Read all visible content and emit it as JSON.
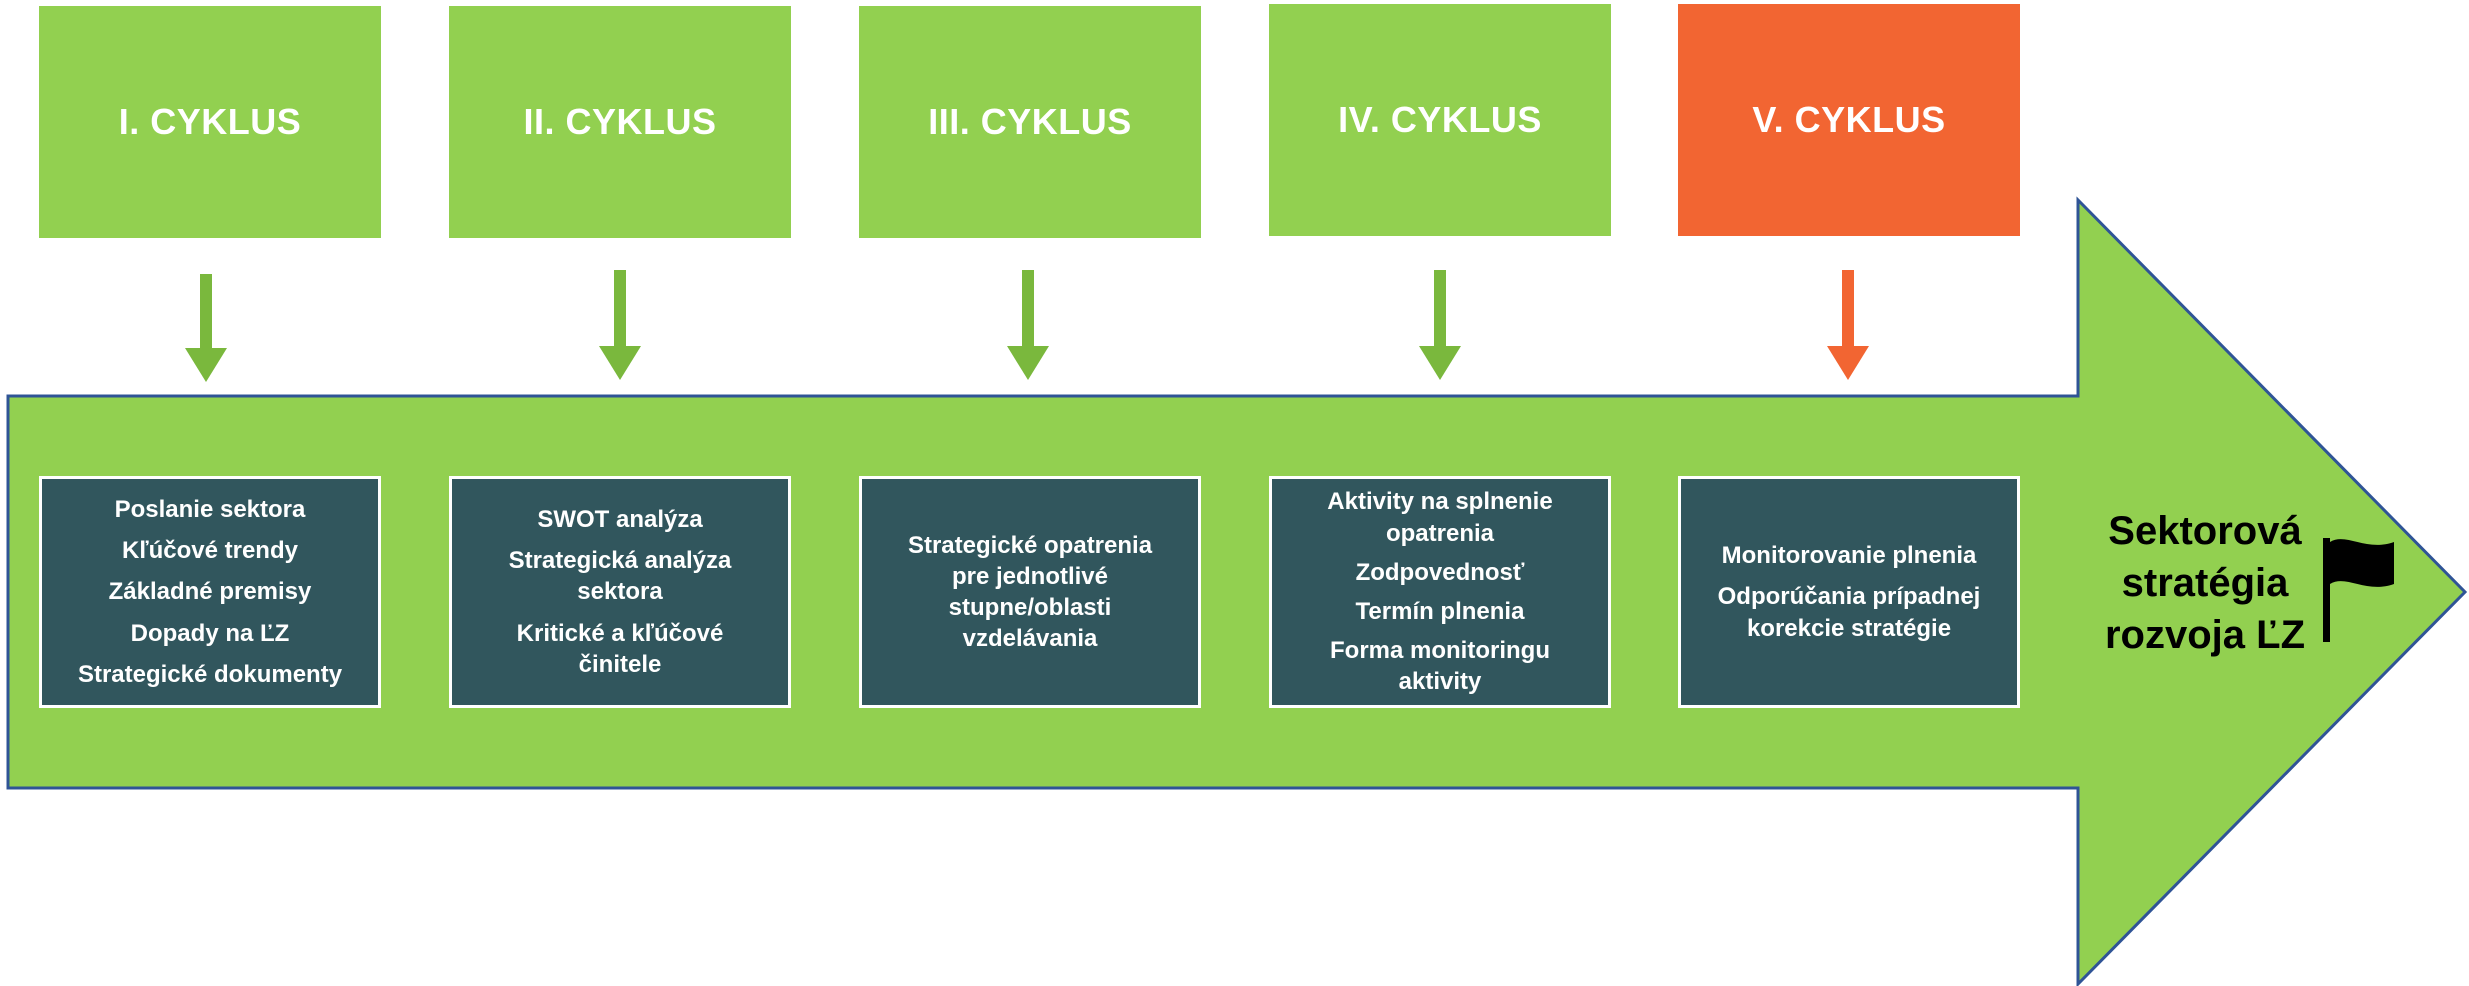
{
  "colors": {
    "green": "#92d050",
    "arrow_green": "#7ab83d",
    "orange": "#f26532",
    "box_dark": "#31565d",
    "outline_blue": "#2f5496"
  },
  "cycles": [
    {
      "label": "I. CYKLUS",
      "color": "#92d050",
      "items": [
        "Poslanie sektora",
        "Kľúčové trendy",
        "Základné premisy",
        "Dopady na ĽZ",
        "Strategické dokumenty"
      ]
    },
    {
      "label": "II. CYKLUS",
      "color": "#92d050",
      "items": [
        "SWOT analýza",
        "Strategická analýza sektora",
        "Kritické a kľúčové činitele"
      ]
    },
    {
      "label": "III. CYKLUS",
      "color": "#92d050",
      "items": [
        "Strategické opatrenia pre jednotlivé stupne/oblasti vzdelávania"
      ]
    },
    {
      "label": "IV. CYKLUS",
      "color": "#92d050",
      "items": [
        "Aktivity na splnenie opatrenia",
        "Zodpovednosť",
        "Termín plnenia",
        "Forma monitoringu aktivity"
      ]
    },
    {
      "label": "V. CYKLUS",
      "color": "#f26532",
      "items": [
        "Monitorovanie plnenia",
        "Odporúčania prípadnej korekcie stratégie"
      ]
    }
  ],
  "result": {
    "text": "Sektorová stratégia rozvoja ĽZ",
    "icon": "flag-icon"
  }
}
